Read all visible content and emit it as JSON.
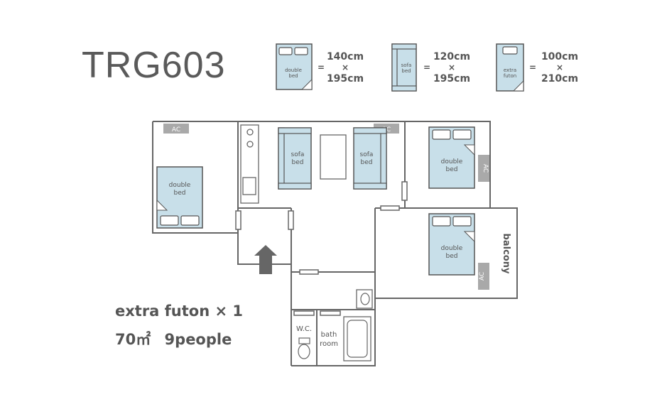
{
  "title": "TRG603",
  "legend": [
    {
      "label_l1": "double",
      "label_l2": "bed",
      "dim_w": "140cm",
      "dim_x": "×",
      "dim_h": "195cm"
    },
    {
      "label_l1": "sofa",
      "label_l2": "bed",
      "dim_w": "120cm",
      "dim_x": "×",
      "dim_h": "195cm"
    },
    {
      "label_l1": "extra",
      "label_l2": "futon",
      "dim_w": "100cm",
      "dim_x": "×",
      "dim_h": "210cm"
    }
  ],
  "legend_equals": "=",
  "plan": {
    "ac": "AC",
    "double_bed_l1": "double",
    "double_bed_l2": "bed",
    "sofa_bed_l1": "sofa",
    "sofa_bed_l2": "bed",
    "balcony": "balcony",
    "wc": "W.C.",
    "bath_l1": "bath",
    "bath_l2": "room"
  },
  "notes": {
    "futon": "extra futon × 1",
    "area_prefix": "70㎡",
    "people": "9people"
  },
  "colors": {
    "bed_fill": "#c8dfe9",
    "bed_stroke": "#555555",
    "wall": "#666666",
    "ac_badge": "#a9a9a9",
    "text": "#555555"
  }
}
